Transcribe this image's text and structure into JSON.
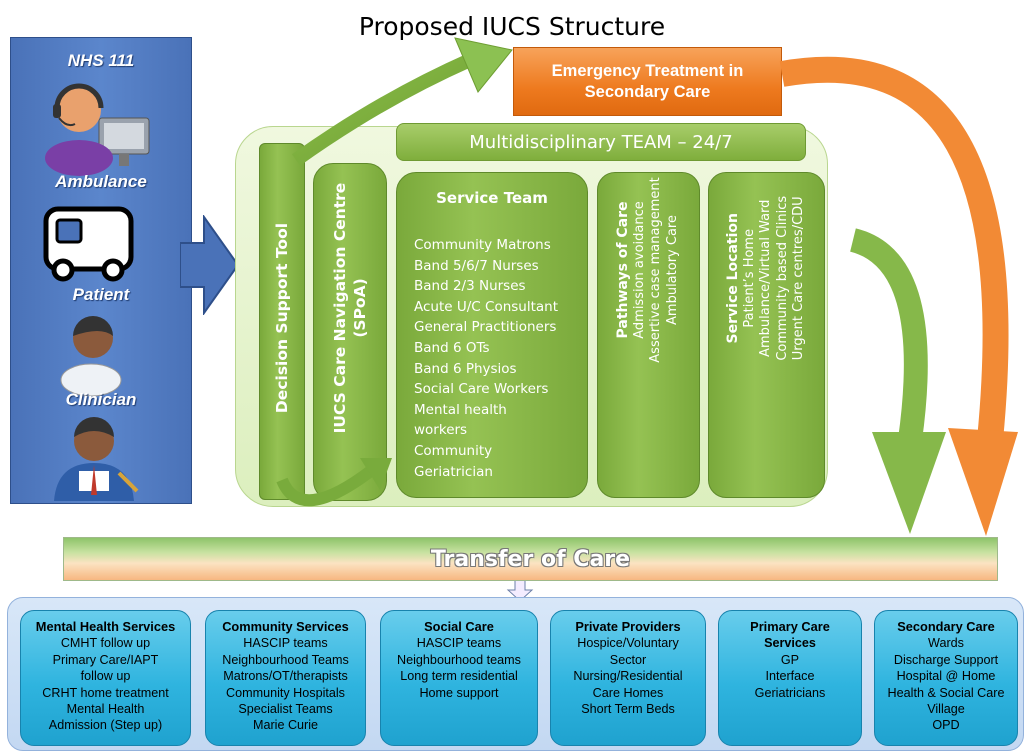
{
  "title": "Proposed IUCS Structure",
  "left_panel": {
    "roles": [
      {
        "label": "NHS 111",
        "icon": "call-operator-icon"
      },
      {
        "label": "Ambulance",
        "icon": "ambulance-icon"
      },
      {
        "label": "Patient",
        "icon": "patient-icon"
      },
      {
        "label": "Clinician",
        "icon": "clinician-icon"
      }
    ]
  },
  "emergency": {
    "line1": "Emergency Treatment in",
    "line2": "Secondary Care"
  },
  "mdt": "Multidisciplinary TEAM – 24/7",
  "columns": {
    "decision_support": "Decision Support Tool",
    "navigation_line1": "IUCS Care Navigation Centre",
    "navigation_line2": "(SPoA)",
    "service_team": {
      "title": "Service Team",
      "members": [
        "Community Matrons",
        "Band 5/6/7 Nurses",
        "Band 2/3 Nurses",
        "Acute U/C Consultant",
        "General Practitioners",
        "Band 6 OTs",
        "Band 6 Physios",
        "Social Care Workers",
        "Mental health",
        "workers",
        "Community",
        "Geriatrician"
      ]
    },
    "pathways": {
      "title": "Pathways of Care",
      "items": [
        "Admission avoidance",
        "Assertive case management",
        "Ambulatory Care"
      ]
    },
    "location": {
      "title": "Service Location",
      "items": [
        "Patient’s Home",
        "Ambulance/Virtual Ward",
        "Community based Clinics",
        "Urgent Care centres/CDU"
      ]
    }
  },
  "transfer": "Transfer of Care",
  "services": [
    {
      "title": "Mental Health Services",
      "lines": [
        "CMHT follow up",
        "Primary Care/IAPT",
        "follow up",
        "CRHT home treatment",
        "Mental Health",
        "Admission (Step up)"
      ]
    },
    {
      "title": "Community Services",
      "lines": [
        "HASCIP teams",
        "Neighbourhood Teams",
        "Matrons/OT/therapists",
        "Community Hospitals",
        "Specialist Teams",
        "Marie Curie"
      ]
    },
    {
      "title": "Social Care",
      "lines": [
        "HASCIP teams",
        "Neighbourhood teams",
        "Long term residential",
        "Home support"
      ]
    },
    {
      "title": "Private Providers",
      "lines": [
        "Hospice/Voluntary",
        "Sector",
        "Nursing/Residential",
        "Care Homes",
        "Short Term Beds"
      ]
    },
    {
      "title": "Primary Care",
      "title2": "Services",
      "lines": [
        "GP",
        "Interface",
        "Geriatricians"
      ]
    },
    {
      "title": "Secondary Care",
      "lines": [
        "Wards",
        "Discharge Support",
        "Hospital @ Home",
        "Health & Social Care",
        "Village",
        "OPD"
      ]
    }
  ],
  "colors": {
    "left_panel": "#4a72b8",
    "orange": "#ee7a1f",
    "green": "#7fae3c",
    "service_blue": "#2fb4df"
  }
}
